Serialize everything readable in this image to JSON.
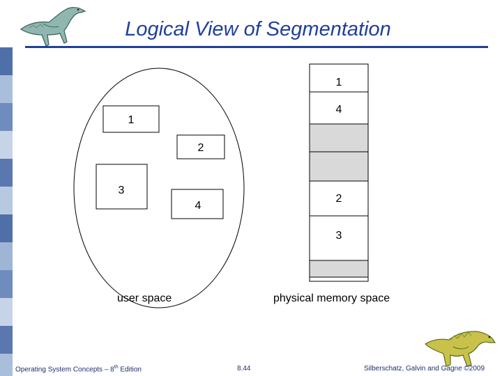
{
  "slide": {
    "title": "Logical View of Segmentation"
  },
  "diagram": {
    "user_space_caption": "user space",
    "physical_space_caption": "physical memory space",
    "user_segments": [
      {
        "id": "1",
        "label": "1"
      },
      {
        "id": "2",
        "label": "2"
      },
      {
        "id": "3",
        "label": "3"
      },
      {
        "id": "4",
        "label": "4"
      }
    ],
    "memory_blocks": [
      {
        "label": "1",
        "free": false
      },
      {
        "label": "4",
        "free": false
      },
      {
        "label": "",
        "free": true
      },
      {
        "label": "",
        "free": true
      },
      {
        "label": "2",
        "free": false
      },
      {
        "label": "3",
        "free": false
      },
      {
        "label": "",
        "free": true
      },
      {
        "label": "",
        "free": false
      }
    ]
  },
  "footer": {
    "left_prefix": "Operating System Concepts – 8",
    "left_sup": "th",
    "left_suffix": " Edition",
    "page": "8.44",
    "right": "Silberschatz, Galvin and Gagne ©2009"
  },
  "colors": {
    "title": "#1f3f9a",
    "sidebar": [
      "#4f6fa8",
      "#a9bedb",
      "#6f8cbf",
      "#c7d4e8"
    ],
    "free_block": "#d9d9d9",
    "used_block": "#ffffff"
  },
  "icons": {
    "top_left": "dinosaur-icon",
    "bottom_right": "dinosaur-icon"
  }
}
